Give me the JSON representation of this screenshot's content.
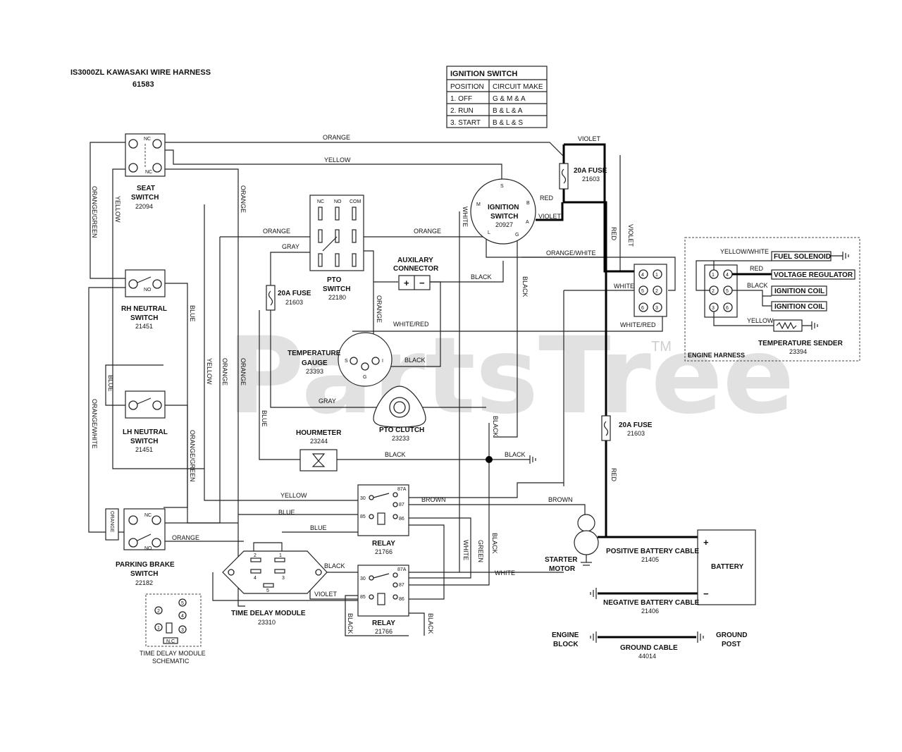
{
  "header": {
    "title": "IS3000ZL KAWASAKI WIRE HARNESS",
    "part_number": "61583"
  },
  "ignition_table": {
    "title": "IGNITION SWITCH",
    "columns": [
      "POSITION",
      "CIRCUIT MAKE"
    ],
    "rows": [
      [
        "1. OFF",
        "G & M & A"
      ],
      [
        "2. RUN",
        "B & L & A"
      ],
      [
        "3. START",
        "B & L & S"
      ]
    ]
  },
  "watermark": {
    "text": "PartsTree",
    "tm": "TM"
  },
  "components": {
    "seat_switch": {
      "name": [
        "SEAT",
        "SWITCH"
      ],
      "pn": "22094",
      "t1": "NC",
      "t2": "NC"
    },
    "rh_neutral": {
      "name": [
        "RH NEUTRAL",
        "SWITCH"
      ],
      "pn": "21451",
      "t": "NO"
    },
    "lh_neutral": {
      "name": [
        "LH NEUTRAL",
        "SWITCH"
      ],
      "pn": "21451"
    },
    "parking_brake": {
      "name": [
        "PARKING BRAKE",
        "SWITCH"
      ],
      "pn": "22182",
      "t1": "NC",
      "t2": "NO"
    },
    "pto_switch": {
      "name": [
        "PTO",
        "SWITCH"
      ],
      "pn": "22180",
      "cols": [
        "NC",
        "NO",
        "COM"
      ]
    },
    "ignition_switch": {
      "name": [
        "IGNITION",
        "SWITCH"
      ],
      "pn": "20927",
      "pins": [
        "S",
        "M",
        "B",
        "A",
        "L",
        "G"
      ]
    },
    "fuse_top": {
      "name": "20A FUSE",
      "pn": "21603"
    },
    "fuse_mid": {
      "name": "20A FUSE",
      "pn": "21603"
    },
    "fuse_right": {
      "name": "20A FUSE",
      "pn": "21603"
    },
    "aux_connector": {
      "name": [
        "AUXILARY",
        "CONNECTOR"
      ],
      "plus": "+",
      "minus": "−"
    },
    "temp_gauge": {
      "name": [
        "TEMPERATURE",
        "GAUGE"
      ],
      "pn": "23393",
      "s": "S",
      "i": "I",
      "g": "G"
    },
    "hourmeter": {
      "name": "HOURMETER",
      "pn": "23244"
    },
    "pto_clutch": {
      "name": "PTO CLUTCH",
      "pn": "23233"
    },
    "relay1": {
      "name": "RELAY",
      "pn": "21766",
      "pins": [
        "87A",
        "30",
        "87",
        "85",
        "86"
      ]
    },
    "relay2": {
      "name": "RELAY",
      "pn": "21766",
      "pins": [
        "87A",
        "30",
        "87",
        "85",
        "86"
      ]
    },
    "time_delay": {
      "name": "TIME DELAY MODULE",
      "pn": "23310",
      "pins": [
        "2",
        "1",
        "4",
        "3",
        "5"
      ]
    },
    "td_schematic": {
      "name": [
        "TIME DELAY MODULE",
        "SCHEMATIC"
      ],
      "pins": [
        "2",
        "5",
        "4",
        "1",
        "3"
      ],
      "nc": "N.C"
    },
    "starter": {
      "name": [
        "STARTER",
        "MOTOR"
      ]
    },
    "battery": {
      "name": "BATTERY",
      "plus": "+",
      "minus": "−"
    },
    "pos_cable": {
      "name": "POSITIVE BATTERY CABLE",
      "pn": "21405"
    },
    "neg_cable": {
      "name": "NEGATIVE BATTERY CABLE",
      "pn": "21406"
    },
    "ground_cable": {
      "name": "GROUND CABLE",
      "pn": "44014",
      "left": [
        "ENGINE",
        "BLOCK"
      ],
      "right": [
        "GROUND",
        "POST"
      ]
    },
    "engine_connector": {
      "pins": [
        "4",
        "1",
        "5",
        "2",
        "6",
        "3"
      ]
    },
    "engine_harness": {
      "title": "ENGINE HARNESS",
      "pins": [
        "1",
        "4",
        "2",
        "5",
        "3",
        "6"
      ],
      "fuel_solenoid": "FUEL SOLENOID",
      "voltage_regulator": "VOLTAGE REGULATOR",
      "ignition_coil_1": "IGNITION COIL",
      "ignition_coil_2": "IGNITION COIL",
      "temp_sender": "TEMPERATURE SENDER",
      "temp_sender_pn": "23394",
      "w_yellow_white": "YELLOW/WHITE",
      "w_red": "RED",
      "w_black": "BLACK",
      "w_yellow": "YELLOW"
    }
  },
  "wires": {
    "orange_top": "ORANGE",
    "yellow_top": "YELLOW",
    "violet_top": "VIOLET",
    "red_ign": "RED",
    "violet_ign": "VIOLET",
    "orange_green": "ORANGE/GREEN",
    "yellow_seat": "YELLOW",
    "orange_v1": "ORANGE",
    "orange_mid": "ORANGE",
    "orange_mid2": "ORANGE",
    "gray": "GRAY",
    "white_v": "WHITE",
    "orange_white": "ORANGE/WHITE",
    "black_aux": "BLACK",
    "black_v": "BLACK",
    "red_v": "RED",
    "violet_v": "VIOLET",
    "white_eng": "WHITE",
    "white_red": "WHITE/RED",
    "white_red2": "WHITE/RED",
    "blue_rh": "BLUE",
    "yellow_v2": "YELLOW",
    "orange_v2": "ORANGE",
    "orange_v3": "ORANGE",
    "orange_aux": "ORANGE",
    "black_gauge": "BLACK",
    "gray2": "GRAY",
    "blue_lh": "BLUE",
    "orange_white_v": "ORANGE/WHITE",
    "orange_green2": "ORANGE/GREEN",
    "blue_hm": "BLUE",
    "black_hm": "BLACK",
    "black_gnd": "BLACK",
    "black_v2": "BLACK",
    "red_lower": "RED",
    "yellow_relay": "YELLOW",
    "blue_relay": "BLUE",
    "blue_relay2": "BLUE",
    "brown": "BROWN",
    "brown2": "BROWN",
    "orange_pb": "ORANGE",
    "orange_pb_box": "ORANGE",
    "black_td": "BLACK",
    "violet_td": "VIOLET",
    "white_rel": "WHITE",
    "green_rel": "GREEN",
    "black_rel": "BLACK",
    "white_rel2": "WHITE",
    "black_r2a": "BLACK",
    "black_r2b": "BLACK"
  }
}
